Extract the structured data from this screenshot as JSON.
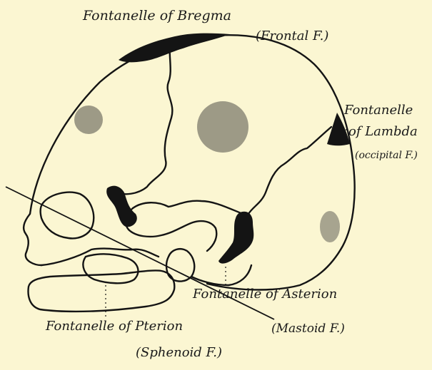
{
  "figure": {
    "background": "#fbf6d2",
    "ink": "#141414",
    "labels": {
      "bregma": "Fontanelle of Bregma",
      "bregma_alt": "(Frontal F.)",
      "lambda_1": "Fontanelle",
      "lambda_2": "of Lambda",
      "lambda_alt": "(occipital F.)",
      "asterion": "Fontanelle of Asterion",
      "asterion_alt": "(Mastoid F.)",
      "pterion": "Fontanelle of Pterion",
      "pterion_alt": "(Sphenoid F.)"
    }
  }
}
